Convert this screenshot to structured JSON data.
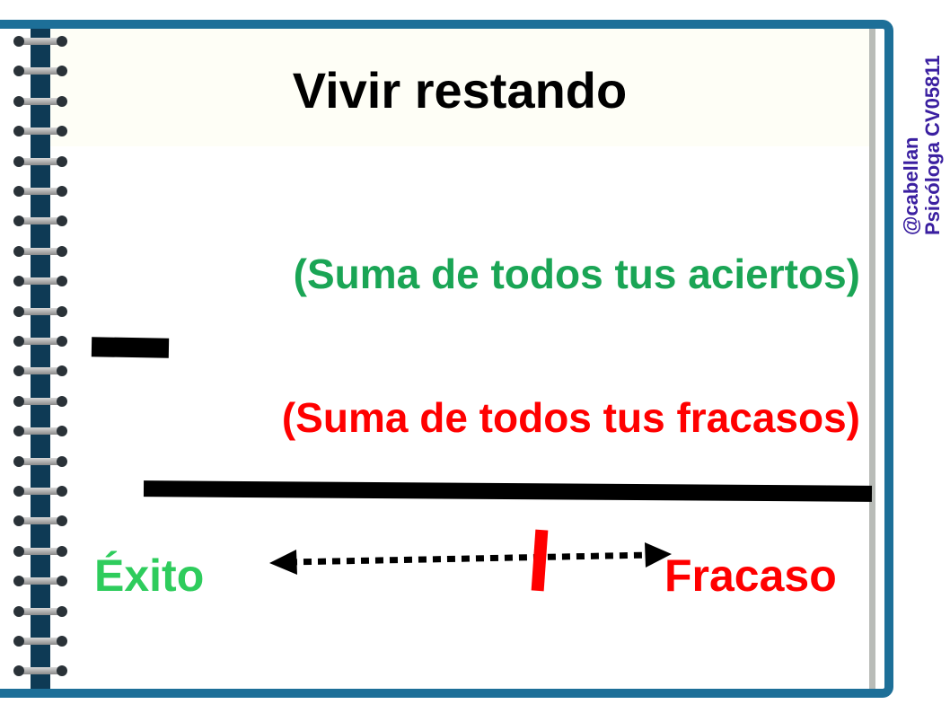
{
  "title": "Vivir restando",
  "minuend": "(Suma de todos tus aciertos)",
  "subtrahend": "(Suma de todos tus fracasos)",
  "scale": {
    "left_label": "Éxito",
    "right_label": "Fracaso"
  },
  "credit": {
    "handle": "@cabellan",
    "role": "Psicóloga CV05811"
  },
  "colors": {
    "success": "#1aa555",
    "failure": "#ff0000",
    "frame": "#1d6f98",
    "credit": "#3a1fa0"
  }
}
